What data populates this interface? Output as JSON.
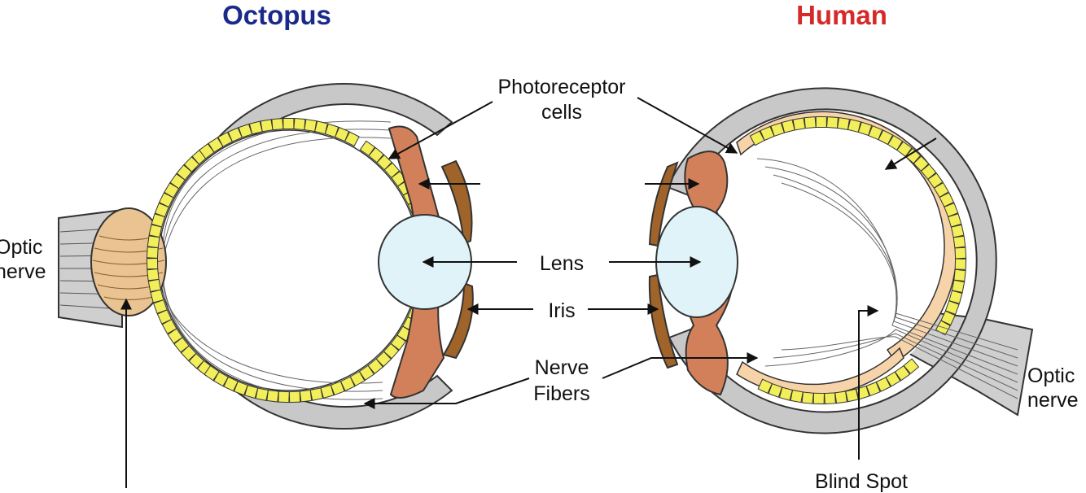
{
  "titles": {
    "octopus": "Octopus",
    "human": "Human"
  },
  "labels": {
    "photoreceptor_line1": "Photoreceptor",
    "photoreceptor_line2": "cells",
    "lens": "Lens",
    "iris": "Iris",
    "nerve_fibers_line1": "Nerve",
    "nerve_fibers_line2": "Fibers",
    "optic_nerve_left_line1": "Optic",
    "optic_nerve_left_line2": "nerve",
    "optic_nerve_right_line1": "Optic",
    "optic_nerve_right_line2": "nerve",
    "blind_spot": "Blind Spot"
  },
  "colors": {
    "octopus_title": "#1a2a8a",
    "human_title": "#d42a2a",
    "sclera": "#c8c8c8",
    "iris_brown": "#a0642a",
    "ciliary_body": "#d2805a",
    "lens": "#dff3f8",
    "photoreceptor": "#f2ef5a",
    "retina_layer": "#f7d3aa",
    "nerve_bundle": "#e9c391",
    "outline": "#333333"
  }
}
